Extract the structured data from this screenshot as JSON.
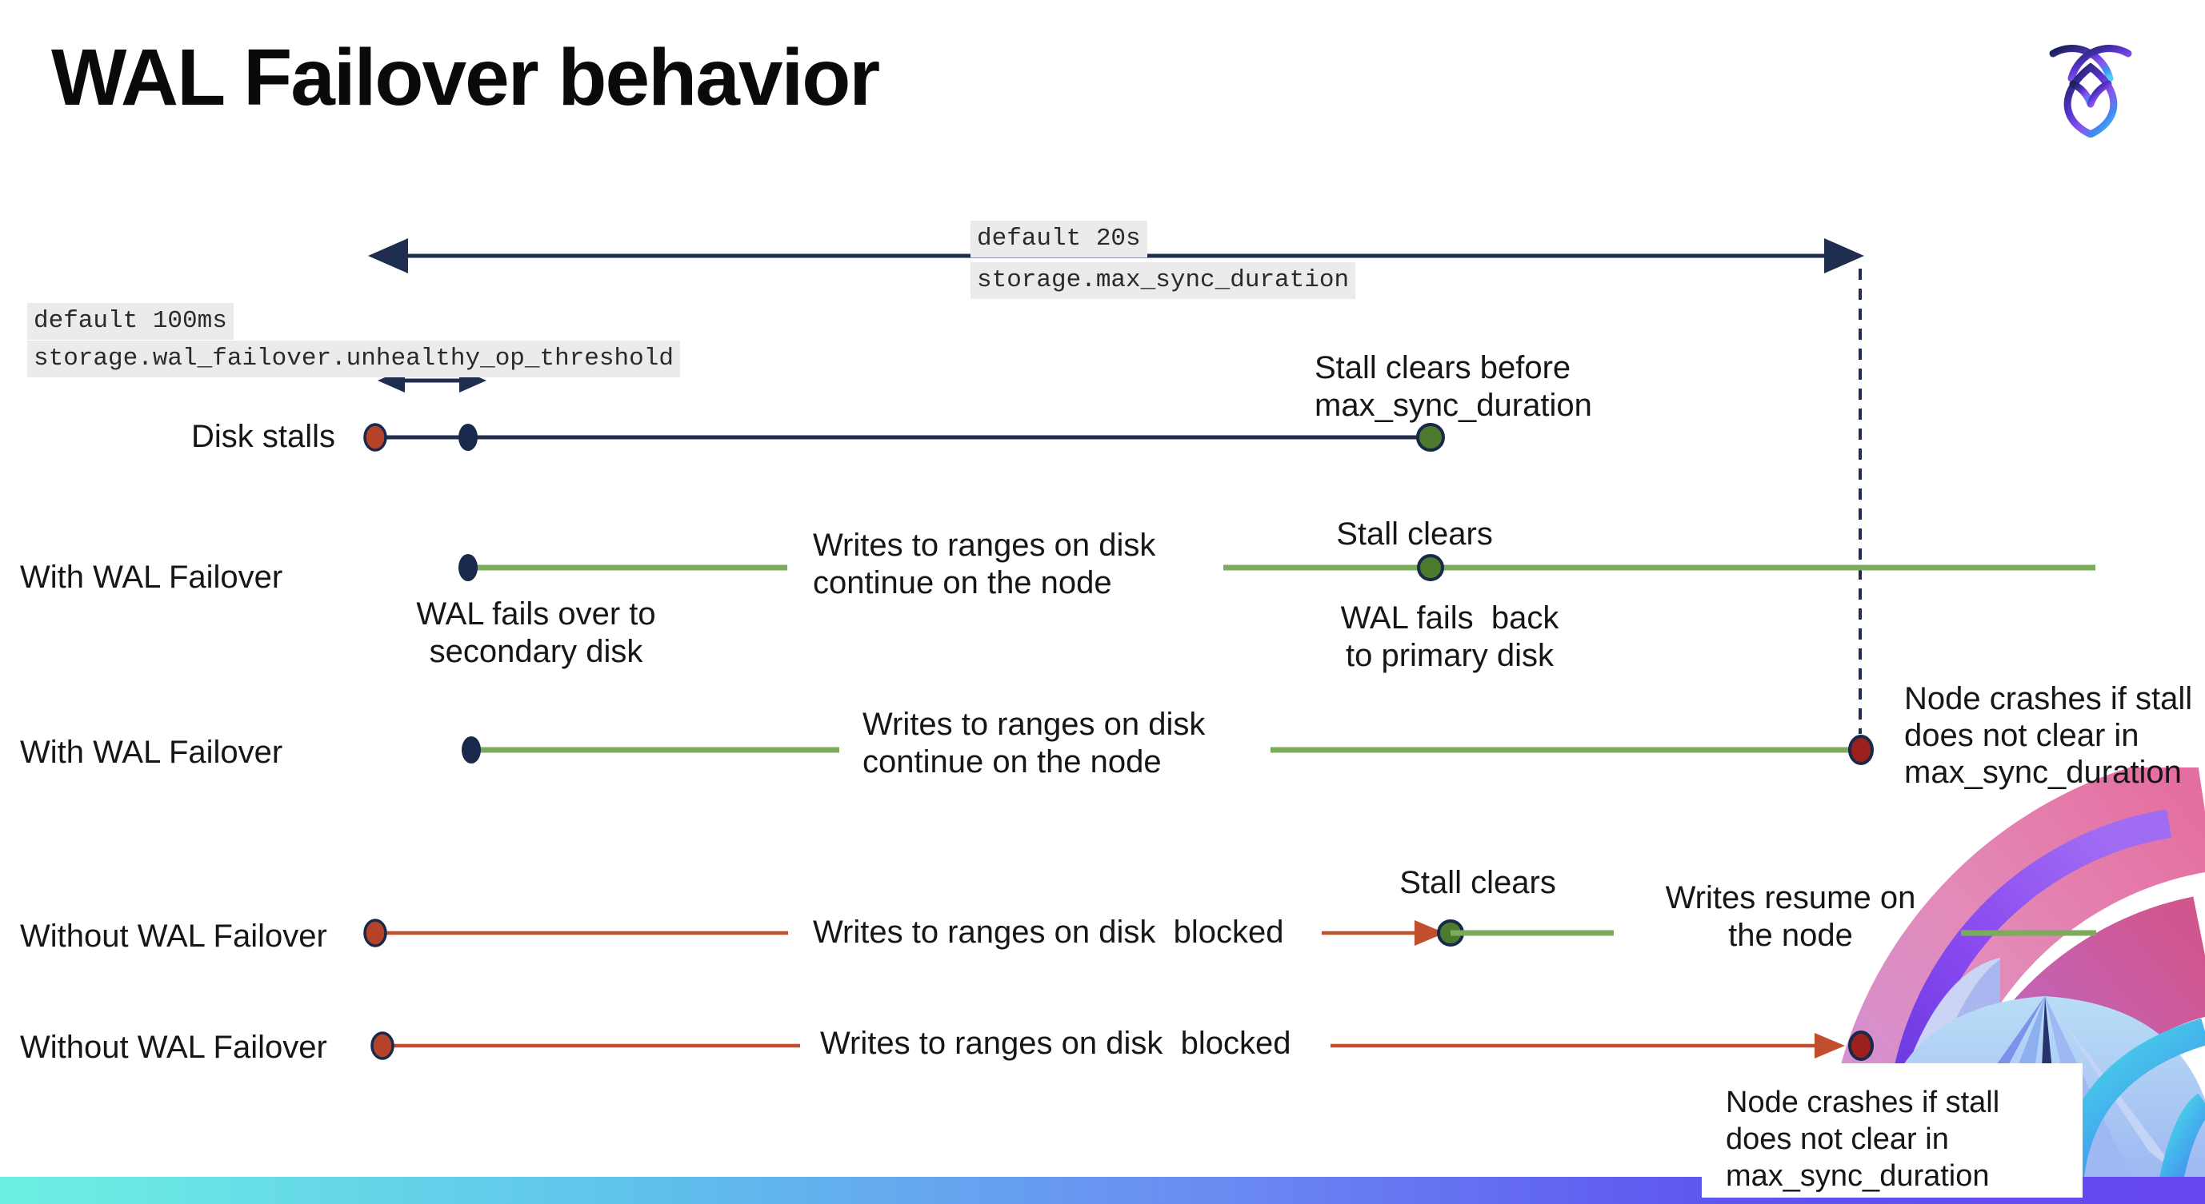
{
  "title": "WAL Failover behavior",
  "config_labels": {
    "max_sync": {
      "line1": "default 20s",
      "line2": "storage.max_sync_duration"
    },
    "unhealthy_op": {
      "line1": "default 100ms",
      "line2": "storage.wal_failover.unhealthy_op_threshold"
    }
  },
  "stall_before": {
    "line1": "Stall clears before",
    "line2": "max_sync_duration"
  },
  "rows": {
    "disk_stalls": {
      "label": "Disk stalls"
    },
    "with1": {
      "label": "With WAL Failover",
      "failover_1": "WAL fails over to",
      "failover_2": "secondary disk",
      "writes_1": "Writes to ranges on disk",
      "writes_2": "continue on the node",
      "stall_clears": "Stall clears",
      "failback_1": "WAL fails  back",
      "failback_2": "to primary disk"
    },
    "with2": {
      "label": "With WAL Failover",
      "writes_1": "Writes to ranges on disk",
      "writes_2": "continue on the node",
      "crash_1": "Node crashes if stall",
      "crash_2": "does not clear in",
      "crash_3": "max_sync_duration"
    },
    "without1": {
      "label": "Without WAL Failover",
      "blocked": "Writes to ranges on disk  blocked",
      "stall_clears": "Stall clears",
      "resume_1": "Writes resume on",
      "resume_2": "the node"
    },
    "without2": {
      "label": "Without WAL Failover",
      "blocked": "Writes to ranges on disk  blocked",
      "crash_1": "Node crashes if stall",
      "crash_2": "does not clear in",
      "crash_3": "max_sync_duration"
    }
  },
  "colors": {
    "navy": "#1F2E4E",
    "navy_dot": "#18294B",
    "green_line": "#7CAC5B",
    "green_dot": "#4C7A2F",
    "red_line": "#C14F2E",
    "red_dot": "#B5432A",
    "dark_red": "#9C211C",
    "label_bg": "#EBEBEB",
    "text": "#161616",
    "bar_cyan": "#6DF0E2",
    "bar_blue": "#6A8BF2",
    "bar_indigo": "#6847F0"
  }
}
